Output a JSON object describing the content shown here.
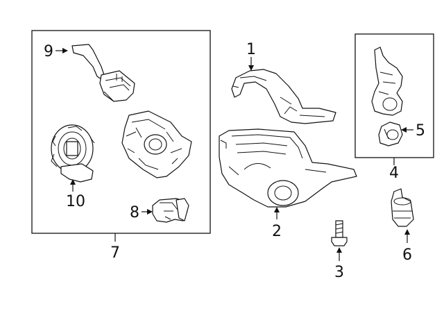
{
  "callouts": [
    {
      "id": "1",
      "text": "1"
    },
    {
      "id": "2",
      "text": "2"
    },
    {
      "id": "3",
      "text": "3"
    },
    {
      "id": "4",
      "text": "4"
    },
    {
      "id": "5",
      "text": "5"
    },
    {
      "id": "6",
      "text": "6"
    },
    {
      "id": "7",
      "text": "7"
    },
    {
      "id": "8",
      "text": "8"
    },
    {
      "id": "9",
      "text": "9"
    },
    {
      "id": "10",
      "text": "10"
    }
  ],
  "colors": {
    "line": "#111111",
    "background": "#ffffff"
  }
}
